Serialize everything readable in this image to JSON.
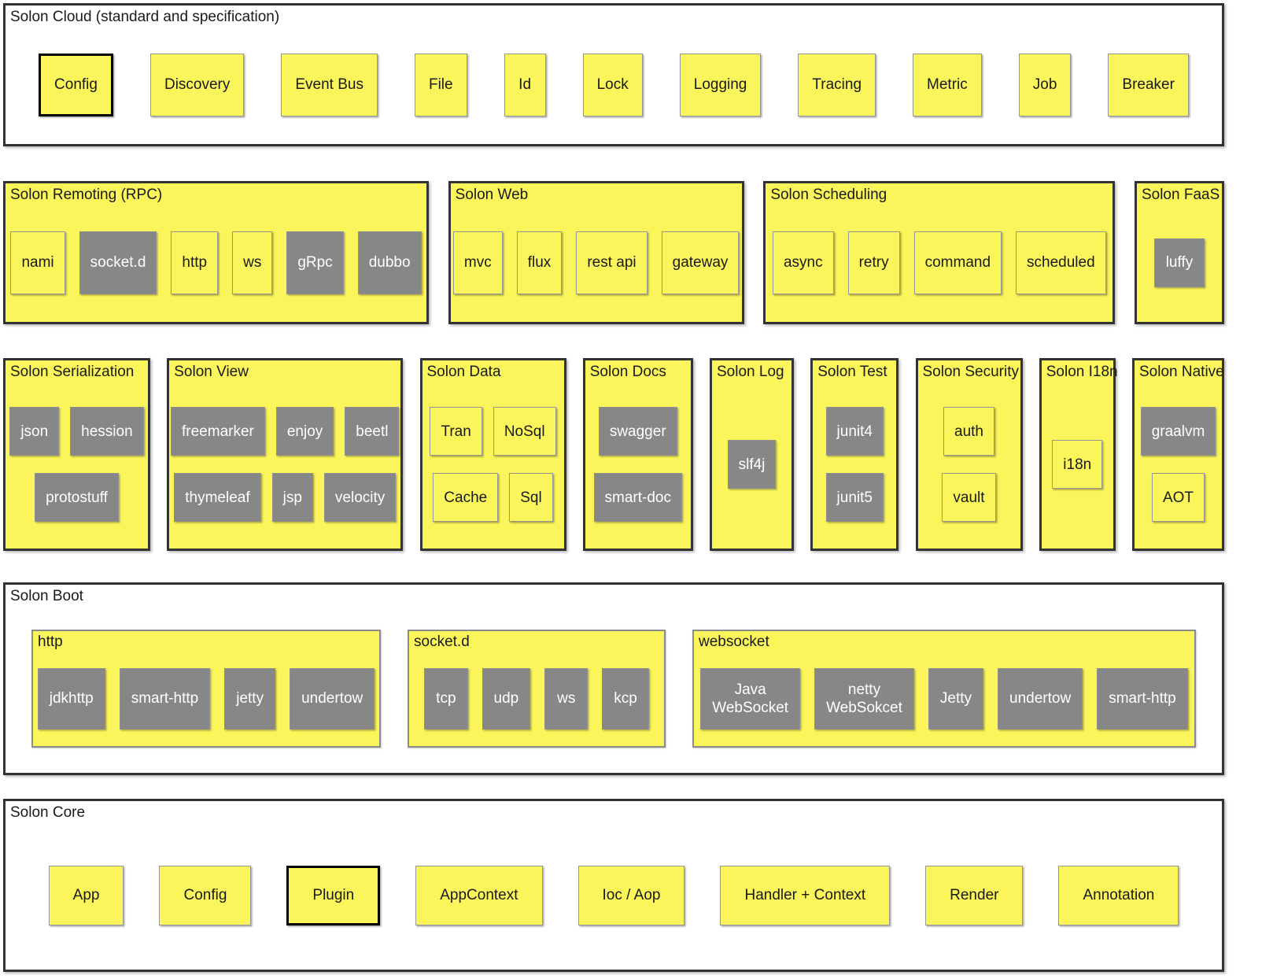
{
  "colors": {
    "node_yellow": "#FBF55C",
    "node_gray": "#878787",
    "panel_border": "#333333",
    "item_border": "#979797",
    "text_dark": "#1a1a1a",
    "text_light": "#ffffff"
  },
  "cloud": {
    "title": "Solon Cloud (standard and specification)",
    "rows": [
      [
        {
          "label": "Config",
          "variant": "yellow",
          "emphasis": true
        },
        {
          "label": "Discovery",
          "variant": "yellow"
        },
        {
          "label": "Event Bus",
          "variant": "yellow"
        },
        {
          "label": "File",
          "variant": "yellow"
        },
        {
          "label": "Id",
          "variant": "yellow"
        },
        {
          "label": "Lock",
          "variant": "yellow"
        },
        {
          "label": "Logging",
          "variant": "yellow"
        },
        {
          "label": "Tracing",
          "variant": "yellow"
        },
        {
          "label": "Metric",
          "variant": "yellow"
        },
        {
          "label": "Job",
          "variant": "yellow"
        },
        {
          "label": "Breaker",
          "variant": "yellow"
        }
      ]
    ]
  },
  "row2": [
    {
      "title": "Solon Remoting (RPC)",
      "rows": [
        [
          {
            "label": "nami",
            "variant": "yellow"
          },
          {
            "label": "socket.d",
            "variant": "gray"
          },
          {
            "label": "http",
            "variant": "yellow"
          },
          {
            "label": "ws",
            "variant": "yellow"
          },
          {
            "label": "gRpc",
            "variant": "gray"
          },
          {
            "label": "dubbo",
            "variant": "gray"
          }
        ]
      ]
    },
    {
      "title": "Solon Web",
      "rows": [
        [
          {
            "label": "mvc",
            "variant": "yellow"
          },
          {
            "label": "flux",
            "variant": "yellow"
          },
          {
            "label": "rest api",
            "variant": "yellow"
          },
          {
            "label": "gateway",
            "variant": "yellow"
          }
        ]
      ]
    },
    {
      "title": "Solon Scheduling",
      "rows": [
        [
          {
            "label": "async",
            "variant": "yellow"
          },
          {
            "label": "retry",
            "variant": "yellow"
          },
          {
            "label": "command",
            "variant": "yellow"
          },
          {
            "label": "scheduled",
            "variant": "yellow"
          }
        ]
      ]
    },
    {
      "title": "Solon FaaS",
      "rows": [
        [
          {
            "label": "luffy",
            "variant": "gray"
          }
        ]
      ]
    }
  ],
  "row3": [
    {
      "title": "Solon Serialization",
      "rows": [
        [
          {
            "label": "json",
            "variant": "gray"
          },
          {
            "label": "hession",
            "variant": "gray"
          }
        ],
        [
          {
            "label": "protostuff",
            "variant": "gray"
          }
        ]
      ]
    },
    {
      "title": "Solon View",
      "rows": [
        [
          {
            "label": "freemarker",
            "variant": "gray"
          },
          {
            "label": "enjoy",
            "variant": "gray"
          },
          {
            "label": "beetl",
            "variant": "gray"
          }
        ],
        [
          {
            "label": "thymeleaf",
            "variant": "gray"
          },
          {
            "label": "jsp",
            "variant": "gray"
          },
          {
            "label": "velocity",
            "variant": "gray"
          }
        ]
      ]
    },
    {
      "title": "Solon Data",
      "rows": [
        [
          {
            "label": "Tran",
            "variant": "yellow"
          },
          {
            "label": "NoSql",
            "variant": "yellow"
          }
        ],
        [
          {
            "label": "Cache",
            "variant": "yellow"
          },
          {
            "label": "Sql",
            "variant": "yellow"
          }
        ]
      ]
    },
    {
      "title": "Solon Docs",
      "rows": [
        [
          {
            "label": "swagger",
            "variant": "gray"
          }
        ],
        [
          {
            "label": "smart-doc",
            "variant": "gray"
          }
        ]
      ]
    },
    {
      "title": "Solon Log",
      "rows": [
        [
          {
            "label": "slf4j",
            "variant": "gray"
          }
        ]
      ]
    },
    {
      "title": "Solon Test",
      "rows": [
        [
          {
            "label": "junit4",
            "variant": "gray"
          }
        ],
        [
          {
            "label": "junit5",
            "variant": "gray"
          }
        ]
      ]
    },
    {
      "title": "Solon Security",
      "rows": [
        [
          {
            "label": "auth",
            "variant": "yellow"
          }
        ],
        [
          {
            "label": "vault",
            "variant": "yellow"
          }
        ]
      ]
    },
    {
      "title": "Solon I18n",
      "rows": [
        [
          {
            "label": "i18n",
            "variant": "yellow"
          }
        ]
      ]
    },
    {
      "title": "Solon Native",
      "rows": [
        [
          {
            "label": "graalvm",
            "variant": "gray"
          }
        ],
        [
          {
            "label": "AOT",
            "variant": "yellow"
          }
        ]
      ]
    }
  ],
  "boot": {
    "title": "Solon Boot",
    "groups": [
      {
        "title": "http",
        "rows": [
          [
            {
              "label": "jdkhttp",
              "variant": "gray"
            },
            {
              "label": "smart-http",
              "variant": "gray"
            },
            {
              "label": "jetty",
              "variant": "gray"
            },
            {
              "label": "undertow",
              "variant": "gray"
            }
          ]
        ]
      },
      {
        "title": "socket.d",
        "rows": [
          [
            {
              "label": "tcp",
              "variant": "gray"
            },
            {
              "label": "udp",
              "variant": "gray"
            },
            {
              "label": "ws",
              "variant": "gray"
            },
            {
              "label": "kcp",
              "variant": "gray"
            }
          ]
        ]
      },
      {
        "title": "websocket",
        "rows": [
          [
            {
              "label": "Java\nWebSocket",
              "variant": "gray"
            },
            {
              "label": "netty\nWebSokcet",
              "variant": "gray"
            },
            {
              "label": "Jetty",
              "variant": "gray"
            },
            {
              "label": "undertow",
              "variant": "gray"
            },
            {
              "label": "smart-http",
              "variant": "gray"
            }
          ]
        ]
      }
    ]
  },
  "core": {
    "title": "Solon Core",
    "rows": [
      [
        {
          "label": "App",
          "variant": "yellow"
        },
        {
          "label": "Config",
          "variant": "yellow"
        },
        {
          "label": "Plugin",
          "variant": "yellow",
          "emphasis": true
        },
        {
          "label": "AppContext",
          "variant": "yellow"
        },
        {
          "label": "Ioc / Aop",
          "variant": "yellow"
        },
        {
          "label": "Handler + Context",
          "variant": "yellow"
        },
        {
          "label": "Render",
          "variant": "yellow"
        },
        {
          "label": "Annotation",
          "variant": "yellow"
        }
      ]
    ]
  }
}
